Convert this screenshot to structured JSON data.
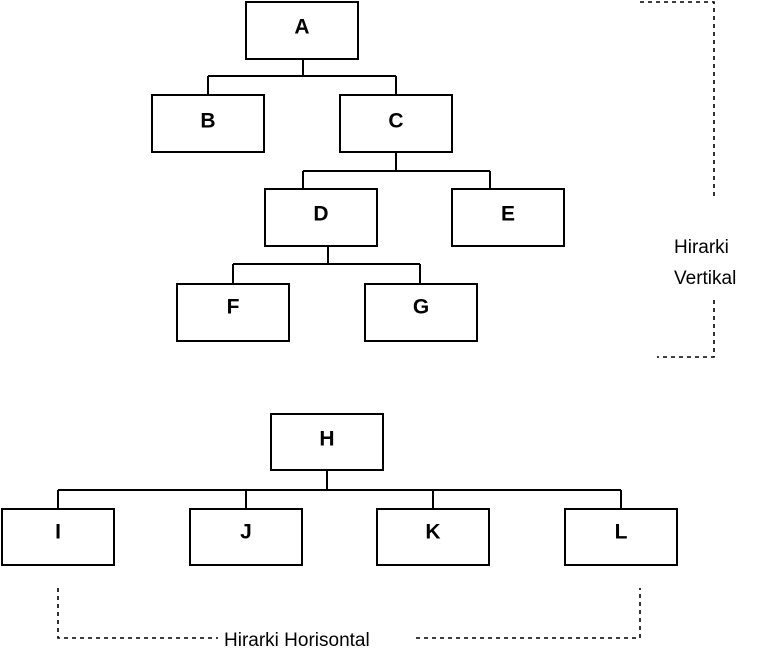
{
  "diagram": {
    "nodes": {
      "a": "A",
      "b": "B",
      "c": "C",
      "d": "D",
      "e": "E",
      "f": "F",
      "g": "G",
      "h": "H",
      "i": "I",
      "j": "J",
      "k": "K",
      "l": "L"
    },
    "labels": {
      "vertical_line1": "Hirarki",
      "vertical_line2": "Vertikal",
      "horizontal": "Hirarki Horisontal"
    },
    "colors": {
      "stroke": "#000000",
      "background": "#ffffff"
    }
  }
}
